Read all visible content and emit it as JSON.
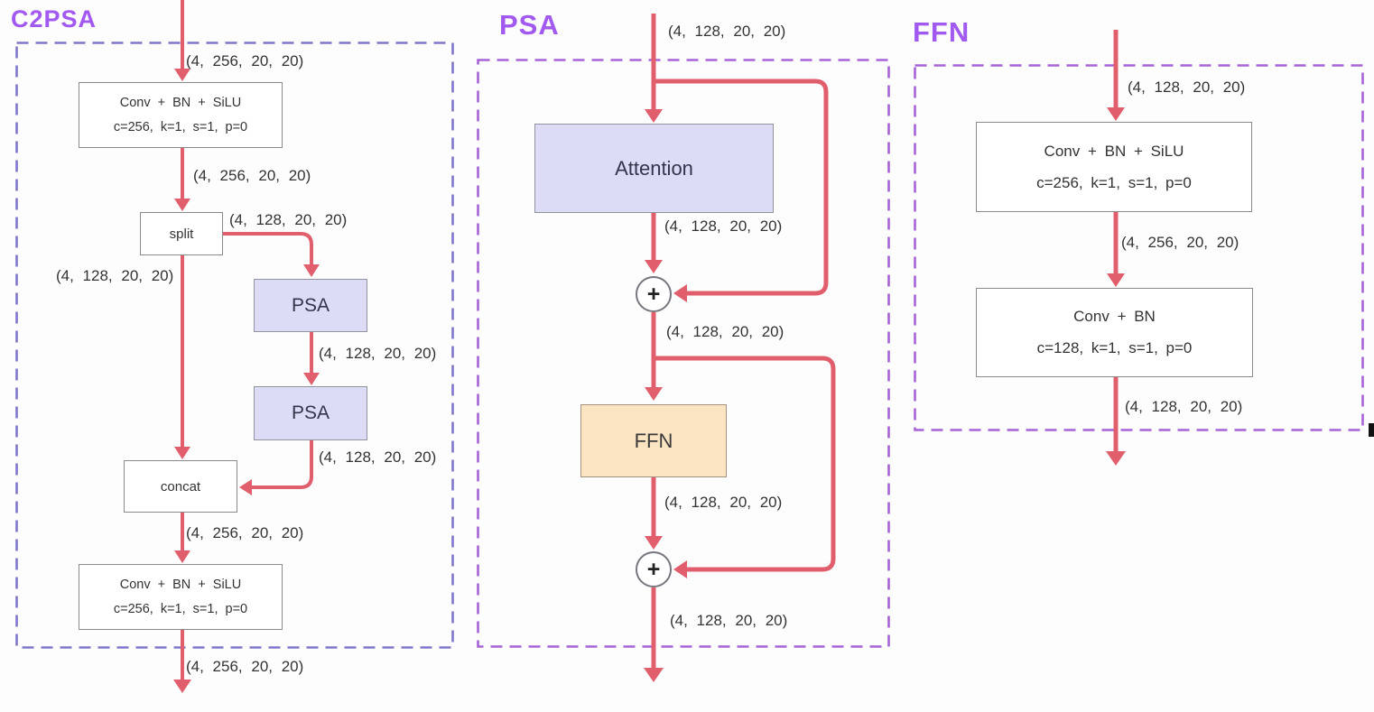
{
  "colors": {
    "arrow": "#e15e6d",
    "c2psa_dash_border": "#7f77cb",
    "psa_dash_border": "#a763d7",
    "ffn_dash_border": "#a763d7",
    "title_purple": "#a259f0",
    "lavender_fill": "#dcdcf6",
    "peach_fill": "#fbe4c2",
    "plain_box_border": "#8a8a8a",
    "label_text": "#333333"
  },
  "c2psa": {
    "title": "C2PSA",
    "conv_top": {
      "line1": "Conv + BN + SiLU",
      "line2": "c=256, k=1, s=1, p=0"
    },
    "split_label": "split",
    "psa1_label": "PSA",
    "psa2_label": "PSA",
    "concat_label": "concat",
    "conv_bottom": {
      "line1": "Conv + BN + SiLU",
      "line2": "c=256, k=1, s=1, p=0"
    },
    "shape_labels": [
      "(4, 256, 20, 20)",
      "(4, 256, 20, 20)",
      "(4, 128, 20, 20)",
      "(4, 128, 20, 20)",
      "(4, 128, 20, 20)",
      "(4, 128, 20, 20)",
      "(4, 256, 20, 20)",
      "(4, 256, 20, 20)"
    ]
  },
  "psa": {
    "title": "PSA",
    "attention_label": "Attention",
    "ffn_label": "FFN",
    "plus": "+",
    "shape_labels": [
      "(4, 128, 20, 20)",
      "(4, 128, 20, 20)",
      "(4, 128, 20, 20)",
      "(4, 128, 20, 20)",
      "(4, 128, 20, 20)"
    ]
  },
  "ffn": {
    "title": "FFN",
    "conv1": {
      "line1": "Conv + BN + SiLU",
      "line2": "c=256, k=1, s=1, p=0"
    },
    "conv2": {
      "line1": "Conv + BN",
      "line2": "c=128, k=1, s=1, p=0"
    },
    "shape_labels": [
      "(4, 128, 20, 20)",
      "(4, 256, 20, 20)",
      "(4, 128, 20, 20)"
    ]
  }
}
